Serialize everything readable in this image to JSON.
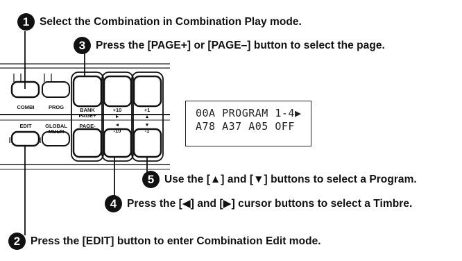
{
  "callouts": [
    {
      "num": "1",
      "text": "Select the Combination in Combination Play mode."
    },
    {
      "num": "3",
      "text": "Press the [PAGE+] or [PAGE–] button to select the page."
    },
    {
      "num": "5",
      "text": "Use the [▲] and [▼] buttons to select a Program."
    },
    {
      "num": "4",
      "text": "Press the [◀] and [▶] cursor buttons to select a Timbre."
    },
    {
      "num": "2",
      "text": "Press the [EDIT] button to enter Combination Edit mode."
    }
  ],
  "panel": {
    "combi": "COMBI",
    "prog": "PROG",
    "bank_line1": "BANK",
    "bank_line2": "PAGE+",
    "plus10": "+10",
    "plus1": "+1",
    "edit": "EDIT",
    "global_line1": "GLOBAL",
    "global_line2": "MULTI",
    "page_minus": "PAGE-",
    "minus10": "-10",
    "minus1": "-1",
    "right_arrow": "▸",
    "left_arrow": "◂",
    "up_arrow": "▴",
    "down_arrow": "▾"
  },
  "display": {
    "line1": "00A PROGRAM 1-4▶",
    "line2": "A78 A37 A05 OFF"
  }
}
